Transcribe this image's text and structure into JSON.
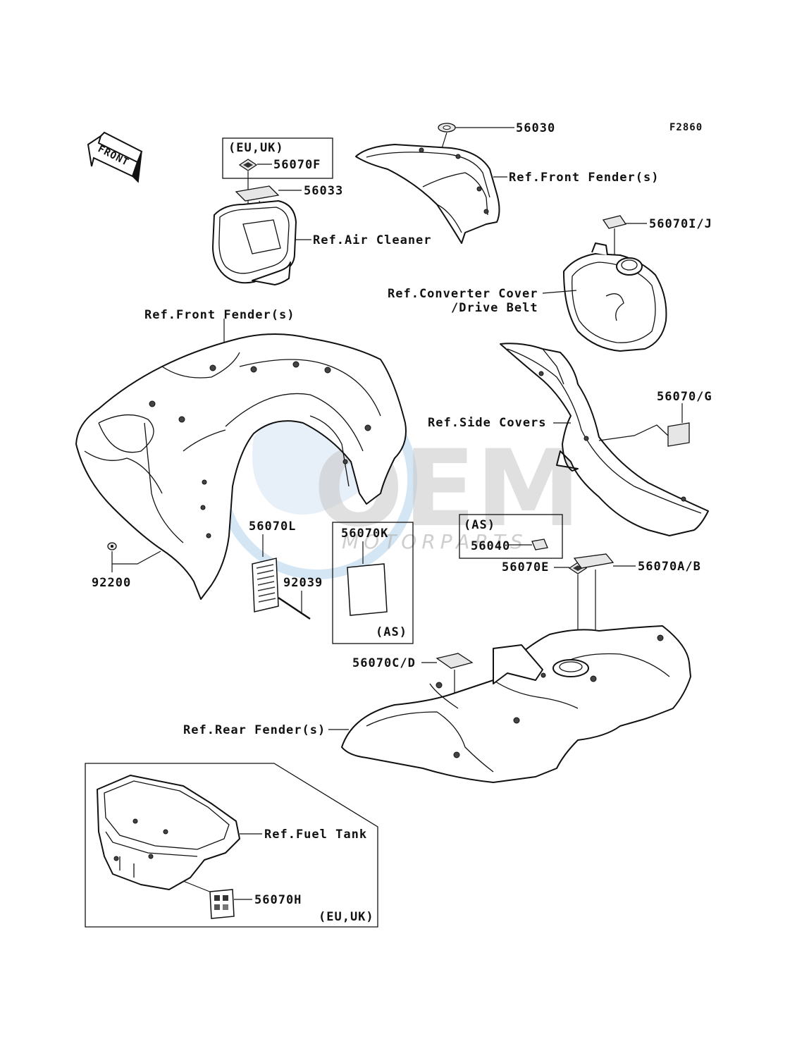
{
  "diagram_code": "F2860",
  "front_arrow": "FRONT",
  "watermark": {
    "main": "OEM",
    "sub": "MOTORPARTS"
  },
  "groups": {
    "eu_uk_top": "(EU,UK)",
    "as_56040": "(AS)",
    "as_56070k": "(AS)",
    "eu_uk_bottom": "(EU,UK)"
  },
  "parts": {
    "p56070F": "56070F",
    "p56033": "56033",
    "p56030": "56030",
    "p56070IJ": "56070I/J",
    "p56070G": "56070/G",
    "p56070L": "56070L",
    "p56070K": "56070K",
    "p56040": "56040",
    "p56070E": "56070E",
    "p56070AB": "56070A/B",
    "p92200": "92200",
    "p92039": "92039",
    "p56070CD": "56070C/D",
    "p56070H": "56070H"
  },
  "refs": {
    "air_cleaner": "Ref.Air Cleaner",
    "front_fender_top": "Ref.Front Fender(s)",
    "converter_cover_1": "Ref.Converter Cover",
    "converter_cover_2": "/Drive Belt",
    "front_fender_main": "Ref.Front Fender(s)",
    "side_covers": "Ref.Side Covers",
    "rear_fender": "Ref.Rear Fender(s)",
    "fuel_tank": "Ref.Fuel Tank"
  }
}
